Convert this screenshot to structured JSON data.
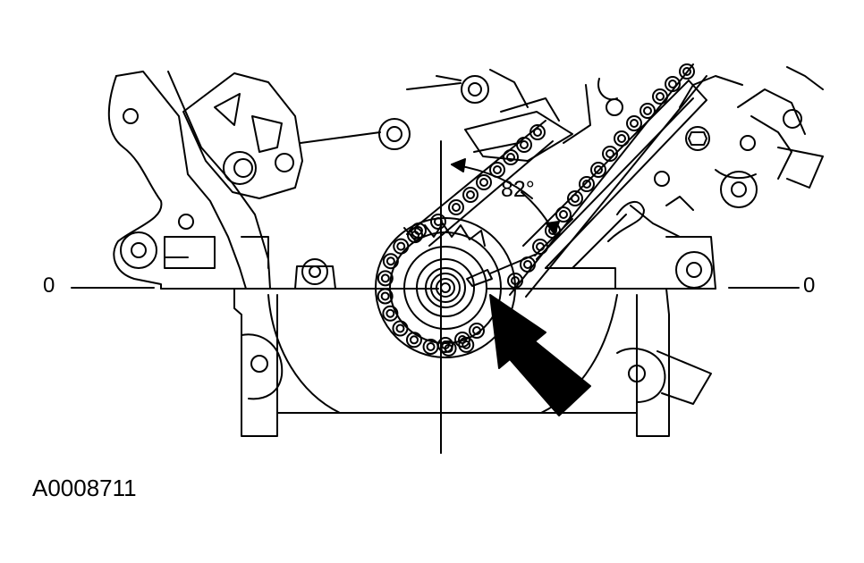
{
  "diagram": {
    "reference_line_left_label": "0",
    "reference_line_right_label": "0",
    "angle_label": "82°",
    "figure_id": "A0008711"
  },
  "colors": {
    "line": "#000000",
    "background": "#ffffff"
  }
}
